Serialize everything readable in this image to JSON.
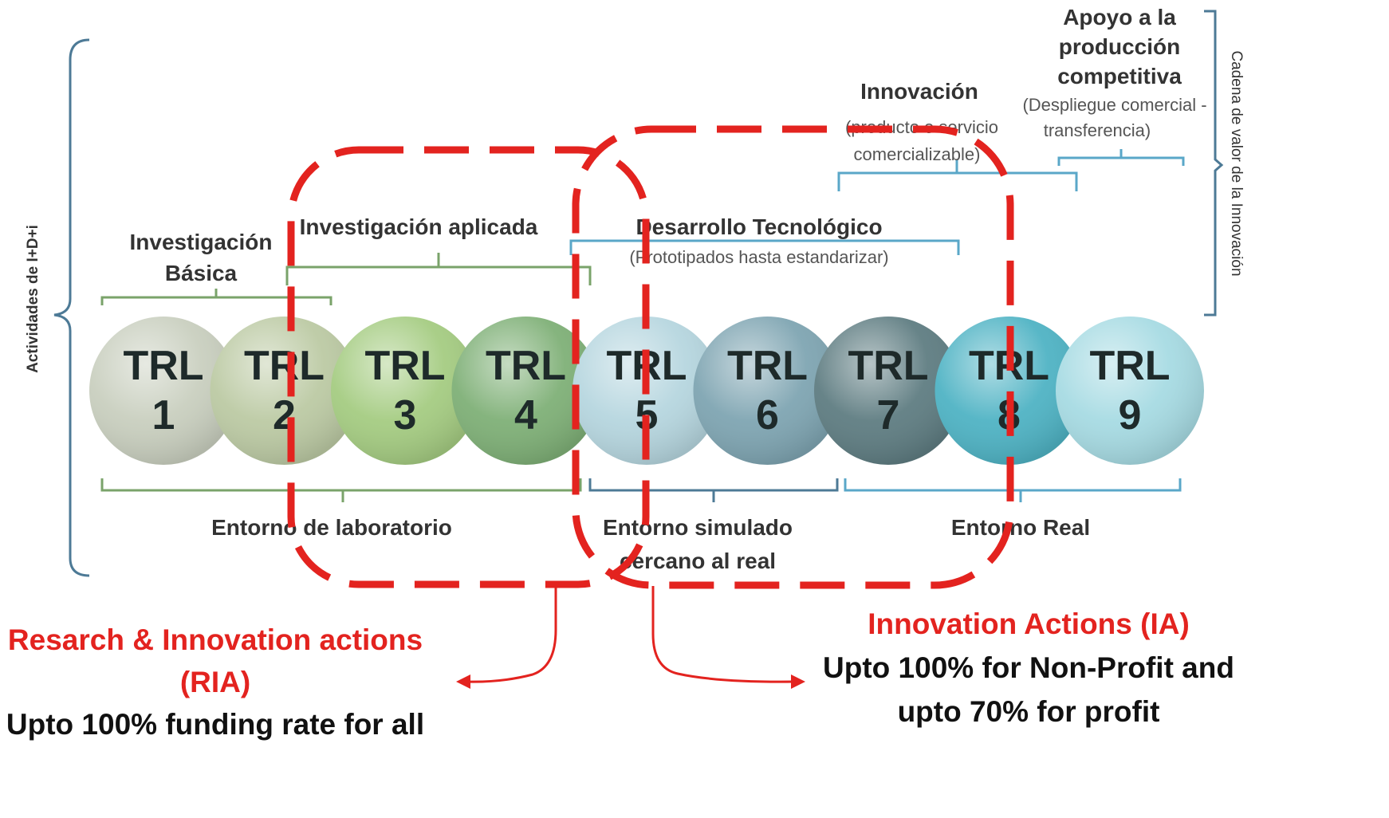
{
  "left_axis_label": "Actividades de I+D+i",
  "right_axis_label": "Cadena de valor de la Innovación",
  "phases": {
    "basica": {
      "title_line1": "Investigación",
      "title_line2": "Básica"
    },
    "aplicada": {
      "title": "Investigación  aplicada"
    },
    "desarrollo": {
      "title": "Desarrollo Tecnológico",
      "subtitle": "(Prototipados hasta estandarizar)"
    },
    "innovacion": {
      "title": "Innovación",
      "subtitle_line1": "(producto o servicio",
      "subtitle_line2": "comercializable)"
    },
    "apoyo": {
      "title_line1": "Apoyo a la",
      "title_line2": "producción",
      "title_line3": "competitiva",
      "subtitle_line1": "(Despliegue comercial -",
      "subtitle_line2": "transferencia)"
    }
  },
  "trl_levels": [
    {
      "label": "TRL",
      "number": "1",
      "color": "#c9cfbf"
    },
    {
      "label": "TRL",
      "number": "2",
      "color": "#bccaa4"
    },
    {
      "label": "TRL",
      "number": "3",
      "color": "#a5cc82"
    },
    {
      "label": "TRL",
      "number": "4",
      "color": "#7fb077"
    },
    {
      "label": "TRL",
      "number": "5",
      "color": "#b6d6df"
    },
    {
      "label": "TRL",
      "number": "6",
      "color": "#7fa5b2"
    },
    {
      "label": "TRL",
      "number": "7",
      "color": "#5f7d82"
    },
    {
      "label": "TRL",
      "number": "8",
      "color": "#4fb3c4"
    },
    {
      "label": "TRL",
      "number": "9",
      "color": "#a7dbe3"
    }
  ],
  "environments": {
    "laboratorio": "Entorno de laboratorio",
    "simulado_line1": "Entorno simulado",
    "simulado_line2": "cercano al real",
    "real": "Entorno Real"
  },
  "ria": {
    "title_line1": "Resarch & Innovation actions",
    "title_line2": "(RIA)",
    "note": "Upto 100% funding rate for all"
  },
  "ia": {
    "title": "Innovation Actions  (IA)",
    "note_line1": "Upto 100% for Non-Profit and",
    "note_line2": "upto 70% for profit"
  },
  "colors": {
    "highlight_red": "#e3231f",
    "bracket_green": "#7aa36a",
    "bracket_blue": "#5aa7c8",
    "bracket_gray": "#4d7a96"
  }
}
